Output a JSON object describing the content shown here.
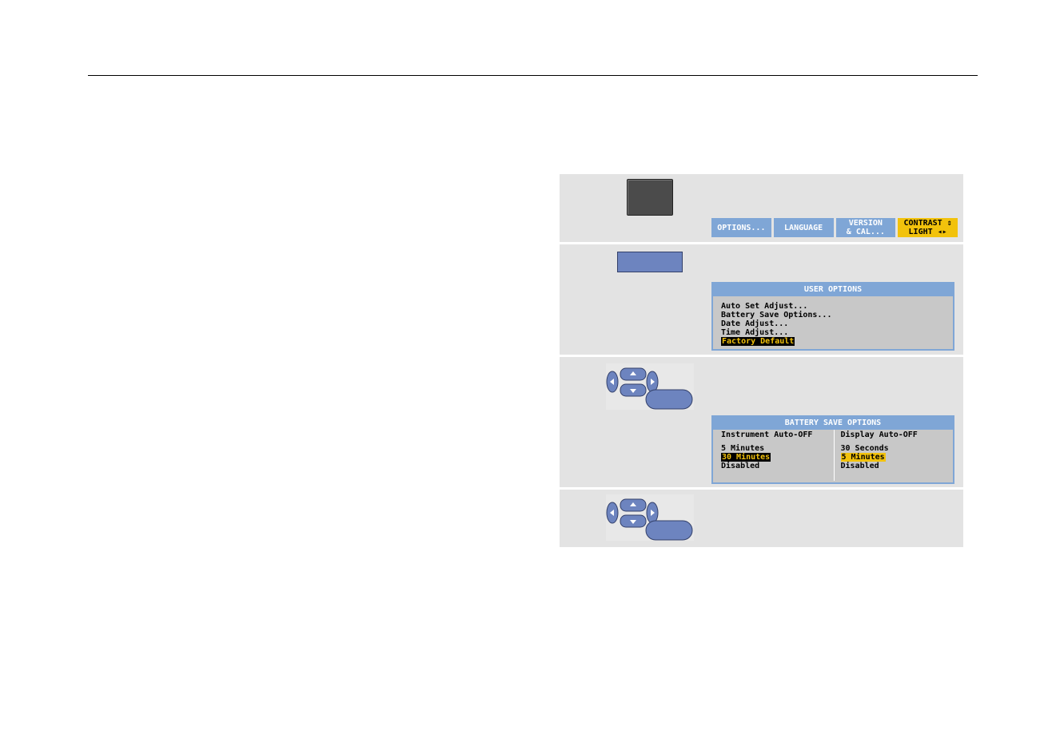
{
  "softkeys": [
    {
      "label": "OPTIONS..."
    },
    {
      "label": "LANGUAGE"
    },
    {
      "label": "VERSION\n& CAL..."
    },
    {
      "label": "CONTRAST ⇕\nLIGHT ◂▸"
    }
  ],
  "user_options": {
    "title": "USER OPTIONS",
    "items": [
      "Auto Set Adjust...",
      "Battery Save Options...",
      "Date Adjust...",
      "Time Adjust..."
    ],
    "selected": "Factory Default"
  },
  "battery_save": {
    "title": "BATTERY SAVE OPTIONS",
    "instrument_head": "Instrument Auto-OFF",
    "instrument_opts": [
      "5 Minutes",
      "30 Minutes",
      "Disabled"
    ],
    "display_head": "Display Auto-OFF",
    "display_opts": [
      "30 Seconds",
      "5 Minutes",
      "Disabled"
    ]
  },
  "colors": {
    "menu_blue": "#7fa6d6",
    "highlight_yellow": "#f2c20c",
    "key_blue": "#6d84bf"
  }
}
